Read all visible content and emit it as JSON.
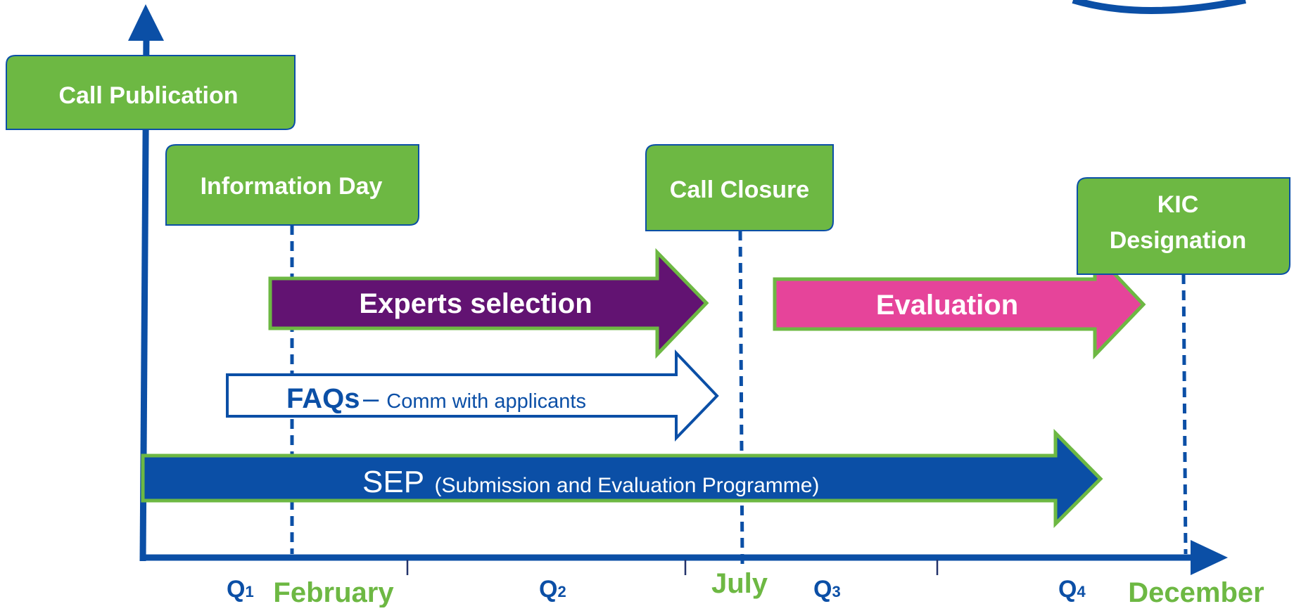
{
  "colors": {
    "axis": "#0b4fa6",
    "box_fill": "#6db843",
    "box_stroke": "#0b4fa6",
    "experts_fill": "#621372",
    "evaluation_fill": "#e6449a",
    "arrow_outline": "#6db843",
    "sep_fill": "#0b4fa6",
    "text_blue": "#0b4fa6",
    "text_green": "#6db843"
  },
  "milestones": {
    "call_publication": "Call Publication",
    "information_day": "Information Day",
    "call_closure": "Call Closure",
    "kic_line1": "KIC",
    "kic_line2": "Designation"
  },
  "phases": {
    "experts": "Experts selection",
    "evaluation": "Evaluation",
    "faqs_bold": "FAQs",
    "faqs_dash": " – ",
    "faqs_rest": "Comm with applicants",
    "sep_main": "SEP",
    "sep_rest": "(Submission and Evaluation Programme)"
  },
  "axis_labels": {
    "quarters": [
      {
        "q": "Q",
        "n": "1"
      },
      {
        "q": "Q",
        "n": "2"
      },
      {
        "q": "Q",
        "n": "3"
      },
      {
        "q": "Q",
        "n": "4"
      }
    ],
    "months": [
      "February",
      "July",
      "December"
    ]
  }
}
